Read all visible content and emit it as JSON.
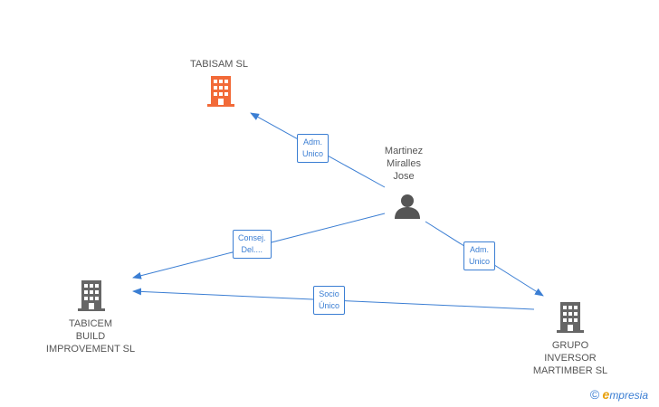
{
  "nodes": {
    "tabisam": {
      "lines": [
        "TABISAM SL"
      ],
      "color": "#f26a38",
      "icon": "building-icon"
    },
    "person": {
      "lines": [
        "Martinez",
        "Miralles",
        "Jose"
      ],
      "color": "#555555",
      "icon": "person-icon"
    },
    "tabicem": {
      "lines": [
        "TABICEM",
        "BUILD",
        "IMPROVEMENT SL"
      ],
      "color": "#555555",
      "icon": "building-icon"
    },
    "grupo": {
      "lines": [
        "GRUPO",
        "INVERSOR",
        "MARTIMBER SL"
      ],
      "color": "#555555",
      "icon": "building-icon"
    }
  },
  "edges": {
    "person_tabisam": {
      "lines": [
        "Adm.",
        "Unico"
      ]
    },
    "person_tabicem": {
      "lines": [
        "Consej.",
        "Del...."
      ]
    },
    "person_grupo": {
      "lines": [
        "Adm.",
        "Unico"
      ]
    },
    "grupo_tabicem": {
      "lines": [
        "Socio",
        "Único"
      ]
    }
  },
  "colors": {
    "edge": "#3b7ed3"
  },
  "brand": {
    "copyright": "©",
    "e_letter": "e",
    "rest": "mpresia"
  }
}
